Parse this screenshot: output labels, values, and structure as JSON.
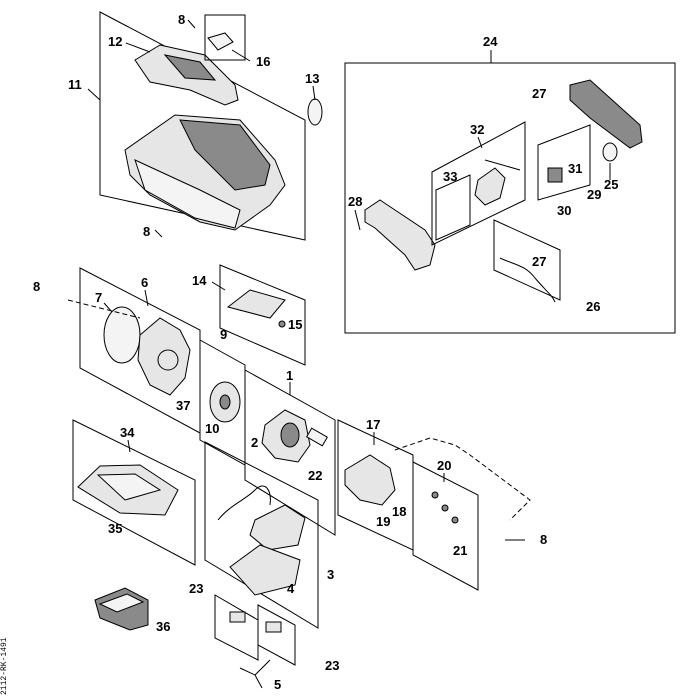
{
  "diagram": {
    "callouts": {
      "p1": "1",
      "p2": "2",
      "p3": "3",
      "p4": "4",
      "p5": "5",
      "p6": "6",
      "p7": "7",
      "p8a": "8",
      "p8b": "8",
      "p8c": "8",
      "p8d": "8",
      "p9": "9",
      "p10": "10",
      "p11": "11",
      "p12": "12",
      "p13": "13",
      "p14": "14",
      "p15": "15",
      "p16": "16",
      "p17": "17",
      "p18": "18",
      "p19": "19",
      "p20": "20",
      "p21": "21",
      "p22": "22",
      "p23a": "23",
      "p23b": "23",
      "p24": "24",
      "p25": "25",
      "p26": "26",
      "p27a": "27",
      "p27b": "27",
      "p28": "28",
      "p29": "29",
      "p30": "30",
      "p31": "31",
      "p32": "32",
      "p33": "33",
      "p34": "34",
      "p35": "35",
      "p36": "36",
      "p37": "37"
    },
    "vertical_code": "2112-RK-1491"
  }
}
